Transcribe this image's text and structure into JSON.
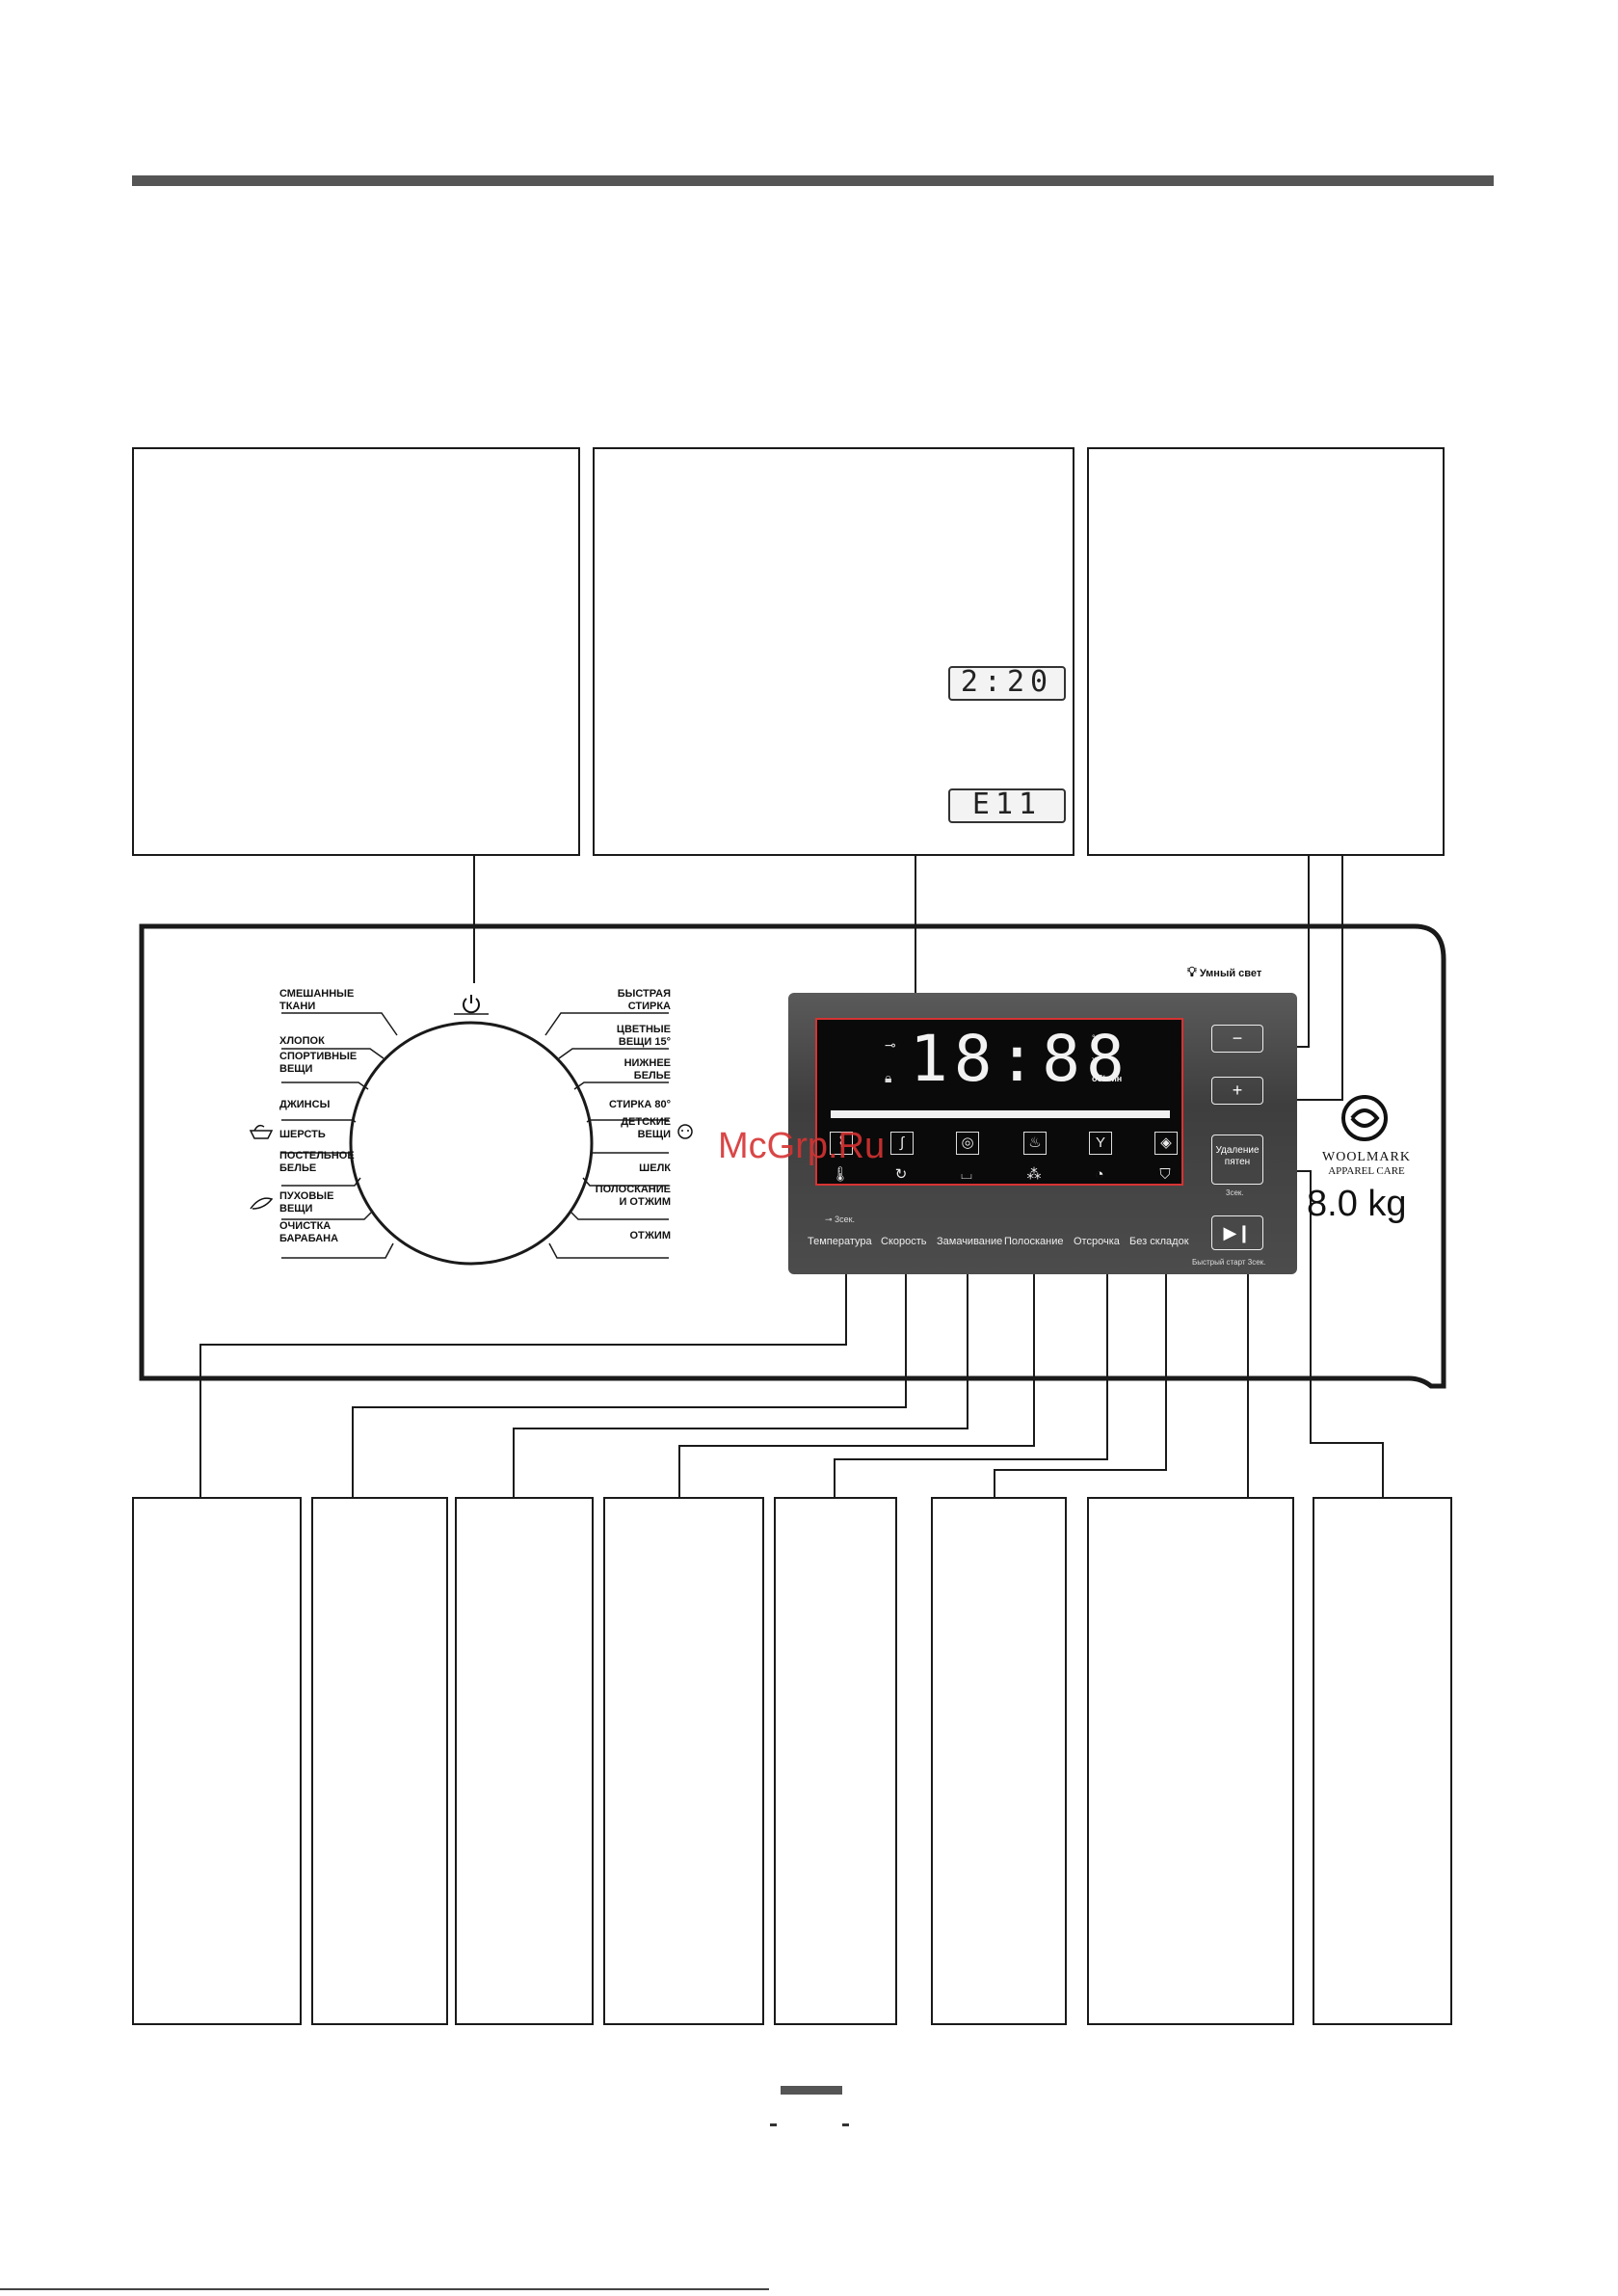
{
  "dial": {
    "left_programs": [
      {
        "label": "СМЕШАННЫЕ\nТКАНИ"
      },
      {
        "label": "ХЛОПОК"
      },
      {
        "label": "СПОРТИВНЫЕ\nВЕЩИ"
      },
      {
        "label": "ДЖИНСЫ"
      },
      {
        "label": "ШЕРСТЬ"
      },
      {
        "label": "ПОСТЕЛЬНОЕ\nБЕЛЬЕ"
      },
      {
        "label": "ПУХОВЫЕ\nВЕЩИ"
      },
      {
        "label": "ОЧИСТКА\nБАРАБАНА"
      }
    ],
    "right_programs": [
      {
        "label": "БЫСТРАЯ\nСТИРКА"
      },
      {
        "label": "ЦВЕТНЫЕ\nВЕЩИ 15°"
      },
      {
        "label": "НИЖНЕЕ\nБЕЛЬЕ"
      },
      {
        "label": "СТИРКА 80°"
      },
      {
        "label": "ДЕТСКИЕ\nВЕЩИ"
      },
      {
        "label": "ШЕЛК"
      },
      {
        "label": "ПОЛОСКАНИЕ\nИ ОТЖИМ"
      },
      {
        "label": "ОТЖИМ"
      }
    ],
    "power_icon": "power-icon"
  },
  "display_examples": {
    "time": "2:20",
    "error": "E11"
  },
  "panel_display": {
    "digits": "18:88",
    "unit_celsius": "°c",
    "unit_x": "x",
    "unit_rpm": "об/мин"
  },
  "function_buttons": [
    {
      "label": "Температура"
    },
    {
      "label": "Скорость"
    },
    {
      "label": "Замачивание"
    },
    {
      "label": "Полоскание"
    },
    {
      "label": "Отсрочка"
    },
    {
      "label": "Без складок"
    }
  ],
  "child_lock_hint": "3сек.",
  "smart_light": "Умный свет",
  "stain_button": {
    "label": "Удаление\nпятен",
    "hint": "3сек."
  },
  "quick_start_hint": "Быстрый старт 3сек.",
  "woolmark": {
    "line1": "WOOLMARK",
    "line2": "APPAREL CARE"
  },
  "capacity": "8.0 kg",
  "watermark": "McGrp.Ru"
}
